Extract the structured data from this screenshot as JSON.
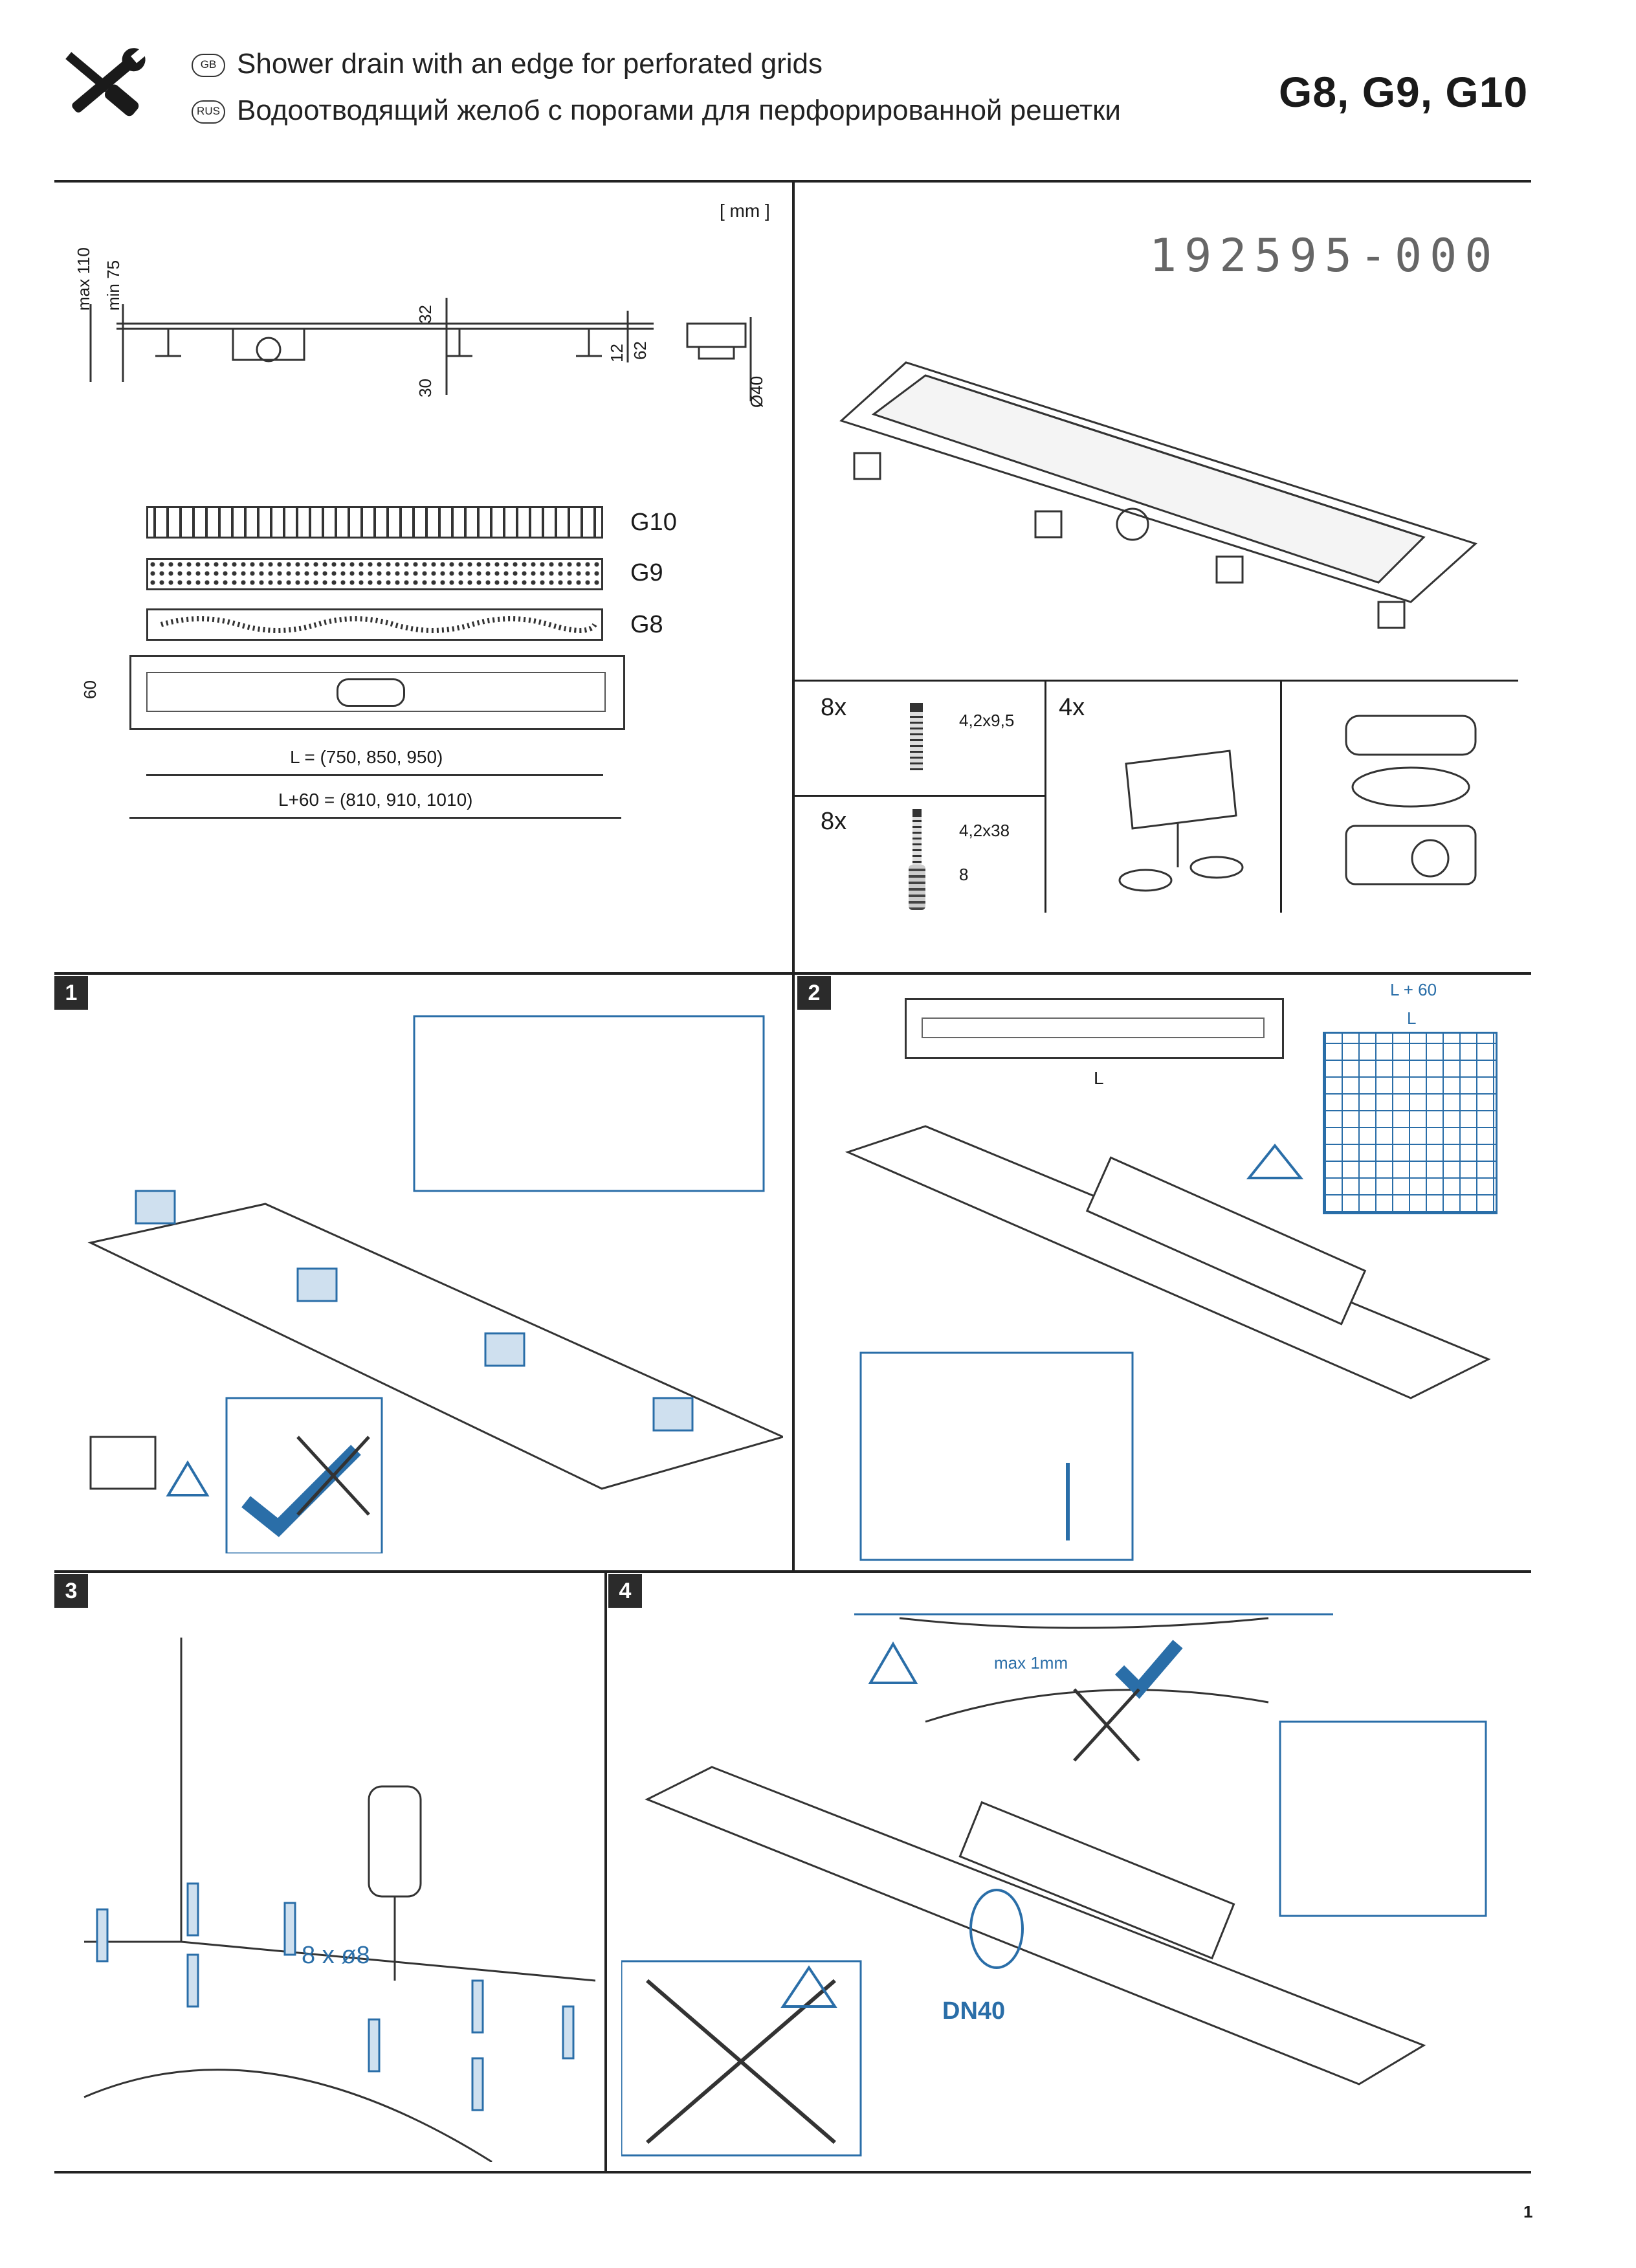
{
  "header": {
    "lang_gb": "GB",
    "lang_rus": "RUS",
    "title_en": "Shower drain with an edge for perforated grids",
    "title_ru": "Водоотводящий желоб с порогами для перфорированной решетки",
    "models": "G8, G9, G10",
    "icon": "tools-icon"
  },
  "spec": {
    "unit": "[ mm ]",
    "dims": {
      "max110": "max 110",
      "min75": "min 75",
      "d32": "32",
      "d30": "30",
      "d12": "12",
      "d62": "62",
      "d40": "Ø40",
      "d60": "60"
    },
    "grids": [
      "G10",
      "G9",
      "G8"
    ],
    "length": "L = (750, 850, 950)",
    "length60": "L+60 = (810, 910, 1010)"
  },
  "product": {
    "code": "192595-000",
    "parts": {
      "screw_count": "8x",
      "screw_size": "4,2x9,5",
      "anchor_count": "8x",
      "anchor_size": "4,2x38",
      "anchor_plug": "8",
      "legs_count": "4x"
    }
  },
  "steps": {
    "s1": "1",
    "s2": "2",
    "s3": "3",
    "s4": "4",
    "s2_l60": "L + 60",
    "s2_l": "L",
    "s2_lshort": "L",
    "s3_drill": "8 x ø8",
    "s4_max": "max 1mm",
    "s4_dn": "DN40",
    "callouts": [
      "1",
      "2",
      "3",
      "4"
    ]
  },
  "footer": {
    "page": "1"
  }
}
